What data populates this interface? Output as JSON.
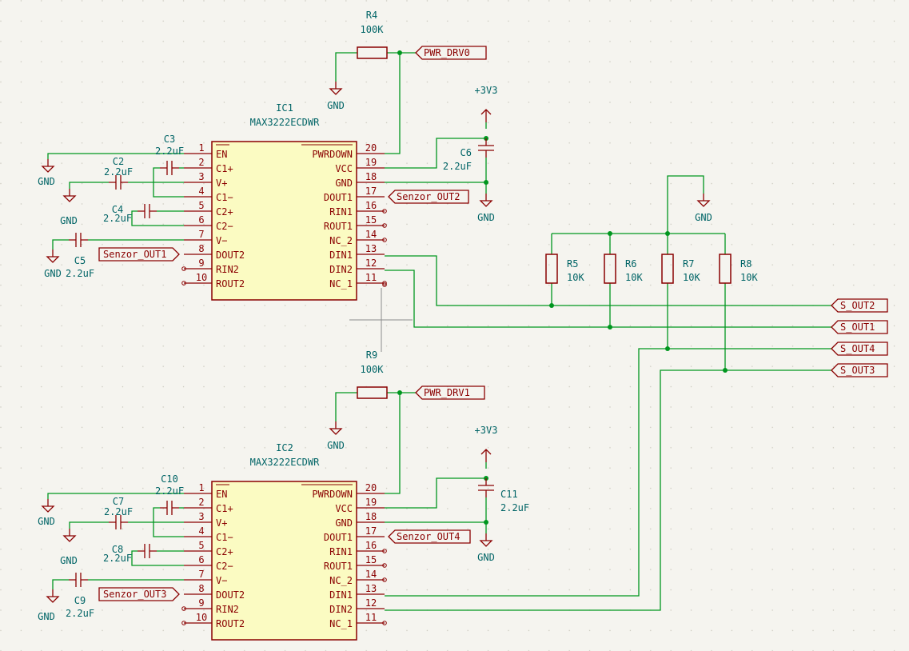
{
  "colors": {
    "wire": "#00961f",
    "symbol": "#8a0000",
    "text": "#006466",
    "ic_fill": "#fbfbc2",
    "background": "#f5f4ef"
  },
  "ics": [
    {
      "ref": "IC1",
      "value": "MAX3222ECDWR",
      "left_pins": [
        {
          "num": "1",
          "name": "EN"
        },
        {
          "num": "2",
          "name": "C1+"
        },
        {
          "num": "3",
          "name": "V+"
        },
        {
          "num": "4",
          "name": "C1−"
        },
        {
          "num": "5",
          "name": "C2+"
        },
        {
          "num": "6",
          "name": "C2−"
        },
        {
          "num": "7",
          "name": "V−"
        },
        {
          "num": "8",
          "name": "DOUT2"
        },
        {
          "num": "9",
          "name": "RIN2"
        },
        {
          "num": "10",
          "name": "ROUT2"
        }
      ],
      "right_pins": [
        {
          "num": "20",
          "name": "PWRDOWN"
        },
        {
          "num": "19",
          "name": "VCC"
        },
        {
          "num": "18",
          "name": "GND"
        },
        {
          "num": "17",
          "name": "DOUT1"
        },
        {
          "num": "16",
          "name": "RIN1"
        },
        {
          "num": "15",
          "name": "ROUT1"
        },
        {
          "num": "14",
          "name": "NC_2"
        },
        {
          "num": "13",
          "name": "DIN1"
        },
        {
          "num": "12",
          "name": "DIN2"
        },
        {
          "num": "11",
          "name": "NC_1"
        }
      ]
    },
    {
      "ref": "IC2",
      "value": "MAX3222ECDWR",
      "left_pins": [
        {
          "num": "1",
          "name": "EN"
        },
        {
          "num": "2",
          "name": "C1+"
        },
        {
          "num": "3",
          "name": "V+"
        },
        {
          "num": "4",
          "name": "C1−"
        },
        {
          "num": "5",
          "name": "C2+"
        },
        {
          "num": "6",
          "name": "C2−"
        },
        {
          "num": "7",
          "name": "V−"
        },
        {
          "num": "8",
          "name": "DOUT2"
        },
        {
          "num": "9",
          "name": "RIN2"
        },
        {
          "num": "10",
          "name": "ROUT2"
        }
      ],
      "right_pins": [
        {
          "num": "20",
          "name": "PWRDOWN"
        },
        {
          "num": "19",
          "name": "VCC"
        },
        {
          "num": "18",
          "name": "GND"
        },
        {
          "num": "17",
          "name": "DOUT1"
        },
        {
          "num": "16",
          "name": "RIN1"
        },
        {
          "num": "15",
          "name": "ROUT1"
        },
        {
          "num": "14",
          "name": "NC_2"
        },
        {
          "num": "13",
          "name": "DIN1"
        },
        {
          "num": "12",
          "name": "DIN2"
        },
        {
          "num": "11",
          "name": "NC_1"
        }
      ]
    }
  ],
  "components": {
    "R4": {
      "ref": "R4",
      "value": "100K"
    },
    "R9": {
      "ref": "R9",
      "value": "100K"
    },
    "R5": {
      "ref": "R5",
      "value": "10K"
    },
    "R6": {
      "ref": "R6",
      "value": "10K"
    },
    "R7": {
      "ref": "R7",
      "value": "10K"
    },
    "R8": {
      "ref": "R8",
      "value": "10K"
    },
    "C2": {
      "ref": "C2",
      "value": "2.2uF"
    },
    "C3": {
      "ref": "C3",
      "value": "2.2uF"
    },
    "C4": {
      "ref": "C4",
      "value": "2.2uF"
    },
    "C5": {
      "ref": "C5",
      "value": "2.2uF"
    },
    "C6": {
      "ref": "C6",
      "value": "2.2uF"
    },
    "C7": {
      "ref": "C7",
      "value": "2.2uF"
    },
    "C8": {
      "ref": "C8",
      "value": "2.2uF"
    },
    "C9": {
      "ref": "C9",
      "value": "2.2uF"
    },
    "C10": {
      "ref": "C10",
      "value": "2.2uF"
    },
    "C11": {
      "ref": "C11",
      "value": "2.2uF"
    }
  },
  "power": {
    "gnd": "GND",
    "v33": "+3V3"
  },
  "labels": {
    "pwr_drv0": "PWR_DRV0",
    "pwr_drv1": "PWR_DRV1",
    "senzor_out1": "Senzor_OUT1",
    "senzor_out2": "Senzor_OUT2",
    "senzor_out3": "Senzor_OUT3",
    "senzor_out4": "Senzor_OUT4",
    "s_out1": "S_OUT1",
    "s_out2": "S_OUT2",
    "s_out3": "S_OUT3",
    "s_out4": "S_OUT4"
  }
}
